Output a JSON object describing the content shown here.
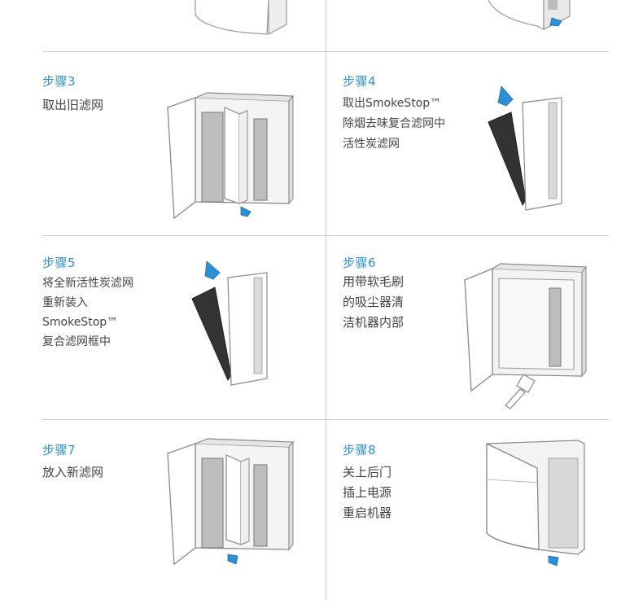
{
  "colors": {
    "accent": "#2e8fd4",
    "text": "#444444",
    "divider": "#c8c8c8"
  },
  "steps": [
    {
      "title": "步骤3",
      "lines": [
        "取出旧滤网"
      ],
      "icon": "unit-open-filter-out-icon"
    },
    {
      "title": "步骤4",
      "lines": [
        "取出SmokeStop™",
        "除烟去味复合滤网中",
        "活性炭滤网"
      ],
      "icon": "carbon-filter-removal-icon"
    },
    {
      "title": "步骤5",
      "lines": [
        "将全新活性炭滤网",
        "重新装入",
        "SmokeStop™",
        "复合滤网框中"
      ],
      "icon": "carbon-filter-insert-icon"
    },
    {
      "title": "步骤6",
      "lines": [
        "用带软毛刷",
        "的吸尘器清",
        "洁机器内部"
      ],
      "icon": "vacuum-clean-interior-icon"
    },
    {
      "title": "步骤7",
      "lines": [
        "放入新滤网"
      ],
      "icon": "unit-open-filter-in-icon"
    },
    {
      "title": "步骤8",
      "lines": [
        "关上后门",
        "插上电源",
        "重启机器"
      ],
      "icon": "unit-closed-door-icon"
    }
  ]
}
